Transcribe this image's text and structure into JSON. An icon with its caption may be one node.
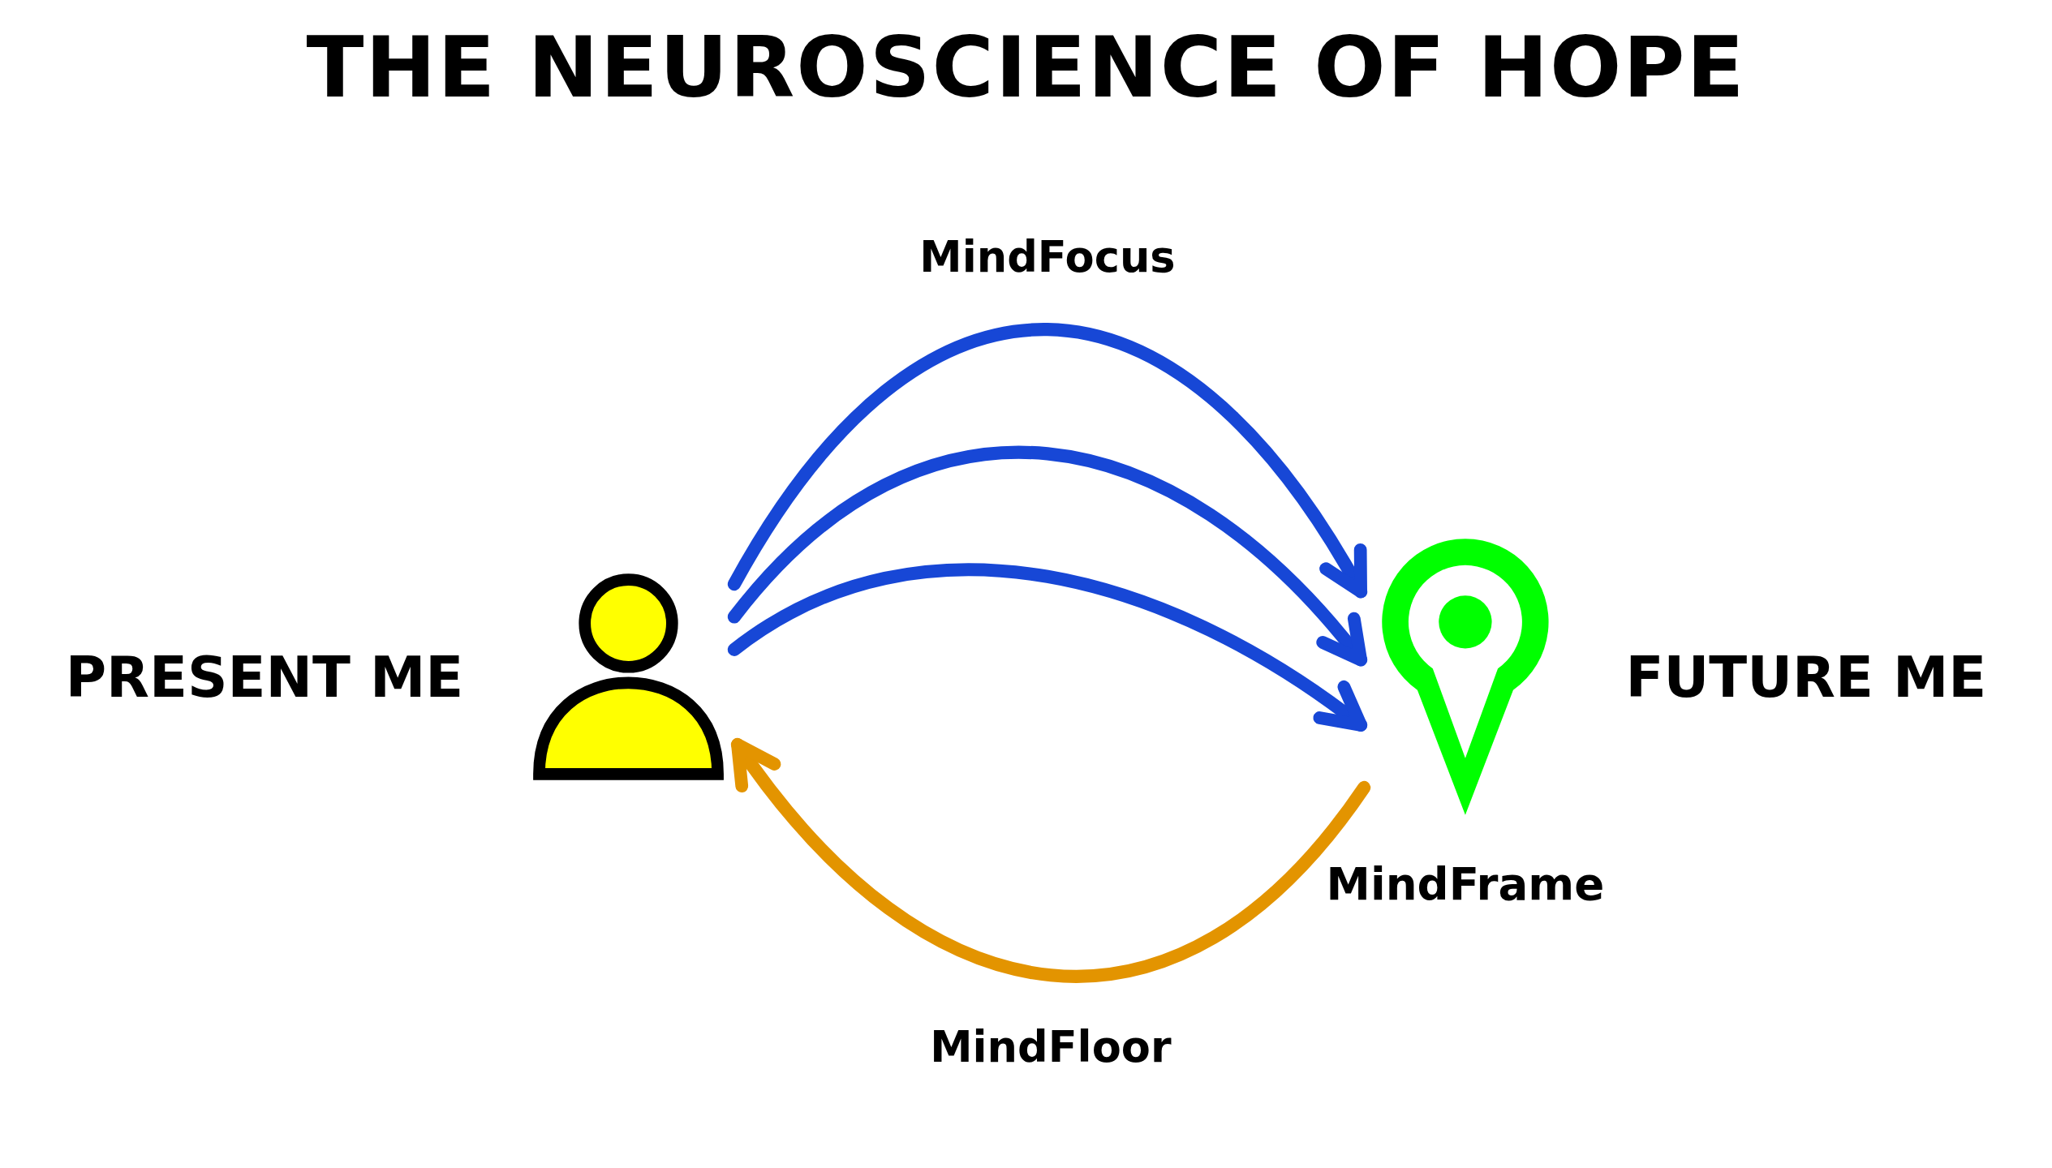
{
  "diagram": {
    "title": "THE NEUROSCIENCE OF HOPE",
    "nodes": [
      {
        "text": [],
        "shape": "person",
        "beside": [
          "PRESENT ME"
        ]
      },
      {
        "text": [],
        "shape": "pin",
        "beside": [
          "FUTURE ME",
          "MindFrame"
        ]
      }
    ],
    "edges": [
      {
        "from": 0,
        "to": 1,
        "arrow": "to",
        "label": "MindFocus"
      },
      {
        "from": 0,
        "to": 1,
        "arrow": "to"
      },
      {
        "from": 0,
        "to": 1,
        "arrow": "to"
      },
      {
        "from": 1,
        "to": 0,
        "arrow": "to",
        "label": "MindFloor",
        "color": "#e39400"
      }
    ]
  }
}
